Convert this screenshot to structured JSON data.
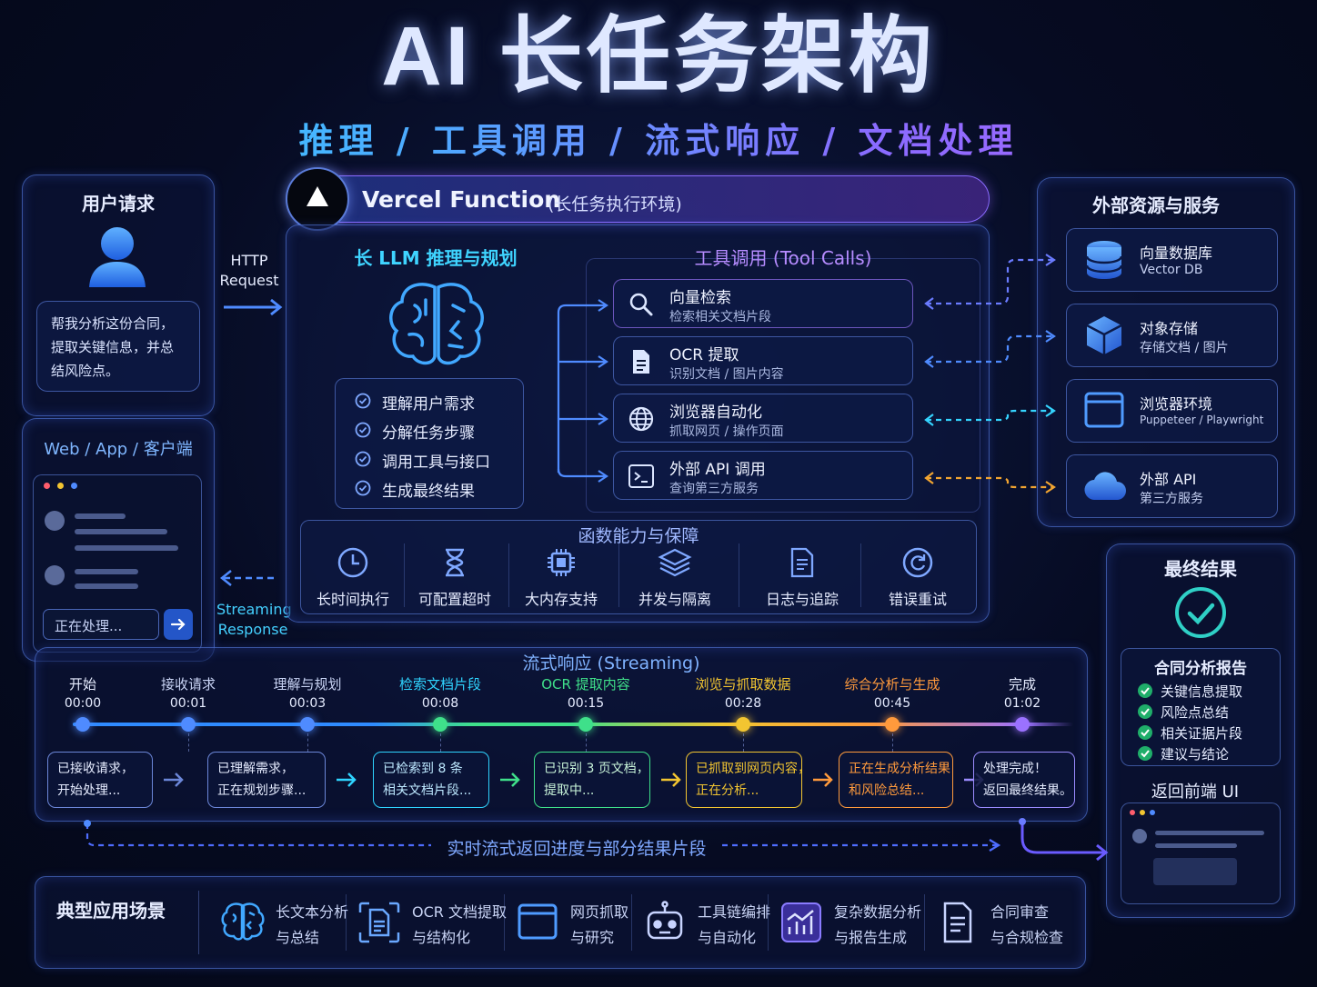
{
  "header": {
    "title": "AI 长任务架构",
    "subtitle": "推理 / 工具调用 / 流式响应 / 文档处理"
  },
  "user_panel": {
    "title": "用户请求",
    "message": "帮我分析这份合同，提取关键信息，并总结风险点。",
    "line1": "帮我分析这份合同，",
    "line2": "提取关键信息，并总",
    "line3": "结风险点。"
  },
  "client_panel": {
    "title": "Web / App / 客户端",
    "input_value": "正在处理..."
  },
  "arrows": {
    "http_1": "HTTP",
    "http_2": "Request",
    "stream_1": "Streaming",
    "stream_2": "Response"
  },
  "vercel": {
    "name": "Vercel Function",
    "env": "(长任务执行环境)"
  },
  "llm": {
    "title": "长 LLM 推理与规划",
    "steps": [
      "理解用户需求",
      "分解任务步骤",
      "调用工具与接口",
      "生成最终结果"
    ]
  },
  "tools": {
    "title": "工具调用 (Tool Calls)",
    "items": [
      {
        "name": "向量检索",
        "desc": "检索相关文档片段",
        "icon": "search-icon"
      },
      {
        "name": "OCR 提取",
        "desc": "识别文档 / 图片内容",
        "icon": "document-icon"
      },
      {
        "name": "浏览器自动化",
        "desc": "抓取网页 / 操作页面",
        "icon": "globe-icon"
      },
      {
        "name": "外部 API 调用",
        "desc": "查询第三方服务",
        "icon": "terminal-icon"
      }
    ]
  },
  "capabilities": {
    "title": "函数能力与保障",
    "items": [
      "长时间执行",
      "可配置超时",
      "大内存支持",
      "并发与隔离",
      "日志与追踪",
      "错误重试"
    ]
  },
  "external": {
    "title": "外部资源与服务",
    "items": [
      {
        "name": "向量数据库",
        "desc": "Vector DB",
        "icon": "database-icon"
      },
      {
        "name": "对象存储",
        "desc": "存储文档 / 图片",
        "icon": "box-icon"
      },
      {
        "name": "浏览器环境",
        "desc": "Puppeteer / Playwright",
        "icon": "browser-window-icon"
      },
      {
        "name": "外部 API",
        "desc": "第三方服务",
        "icon": "cloud-icon"
      }
    ]
  },
  "final": {
    "title": "最终结果",
    "report_title": "合同分析报告",
    "checks": [
      "关键信息提取",
      "风险点总结",
      "相关证据片段",
      "建议与结论"
    ],
    "return_title": "返回前端 UI"
  },
  "streaming": {
    "title": "流式响应 (Streaming)",
    "milestones": [
      {
        "label": "开始",
        "time": "00:00"
      },
      {
        "label": "接收请求",
        "time": "00:01"
      },
      {
        "label": "理解与规划",
        "time": "00:03"
      },
      {
        "label": "检索文档片段",
        "time": "00:08"
      },
      {
        "label": "OCR 提取内容",
        "time": "00:15"
      },
      {
        "label": "浏览与抓取数据",
        "time": "00:28"
      },
      {
        "label": "综合分析与生成",
        "time": "00:45"
      },
      {
        "label": "完成",
        "time": "01:02"
      }
    ],
    "steps": [
      {
        "l1": "已接收请求，",
        "l2": "开始处理..."
      },
      {
        "l1": "已理解需求，",
        "l2": "正在规划步骤..."
      },
      {
        "l1": "已检索到 8 条",
        "l2": "相关文档片段..."
      },
      {
        "l1": "已识别 3 页文档，",
        "l2": "提取中..."
      },
      {
        "l1": "已抓取到网页内容，",
        "l2": "正在分析..."
      },
      {
        "l1": "正在生成分析结果",
        "l2": "和风险总结..."
      },
      {
        "l1": "处理完成！",
        "l2": "返回最终结果。"
      }
    ],
    "footer": "实时流式返回进度与部分结果片段"
  },
  "scenarios": {
    "title": "典型应用场景",
    "items": [
      {
        "l1": "长文本分析",
        "l2": "与总结",
        "icon": "brain-icon"
      },
      {
        "l1": "OCR 文档提取",
        "l2": "与结构化",
        "icon": "scan-document-icon"
      },
      {
        "l1": "网页抓取",
        "l2": "与研究",
        "icon": "browser-window-icon"
      },
      {
        "l1": "工具链编排",
        "l2": "与自动化",
        "icon": "robot-icon"
      },
      {
        "l1": "复杂数据分析",
        "l2": "与报告生成",
        "icon": "chart-icon"
      },
      {
        "l1": "合同审查",
        "l2": "与合规检查",
        "icon": "contract-icon"
      }
    ]
  },
  "colors": {
    "accent": "#4f8bff",
    "cyan": "#2fd4ff",
    "green": "#3fe08a",
    "yellow": "#f2c531",
    "orange": "#ff9a3c",
    "purple": "#9b72ff"
  }
}
